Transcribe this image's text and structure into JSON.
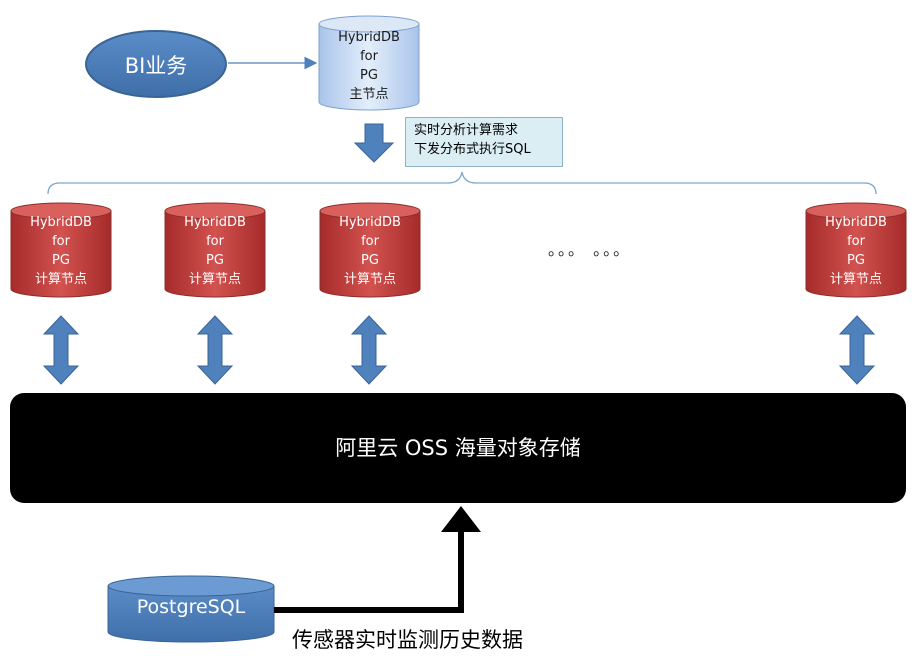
{
  "bi": {
    "label": "BI业务"
  },
  "master": {
    "lines": [
      "HybridDB",
      "for",
      "PG",
      "主节点"
    ]
  },
  "note": {
    "lines": [
      "实时分析计算需求",
      "下发分布式执行SQL"
    ]
  },
  "compute_nodes": [
    {
      "lines": [
        "HybridDB",
        "for",
        "PG",
        "计算节点"
      ]
    },
    {
      "lines": [
        "HybridDB",
        "for",
        "PG",
        "计算节点"
      ]
    },
    {
      "lines": [
        "HybridDB",
        "for",
        "PG",
        "计算节点"
      ]
    },
    {
      "lines": [
        "HybridDB",
        "for",
        "PG",
        "计算节点"
      ]
    }
  ],
  "ellipsis": "。。。 。。。",
  "storage": {
    "label": "阿里云 OSS 海量对象存储"
  },
  "postgres": {
    "label": "PostgreSQL"
  },
  "caption": "传感器实时监测历史数据",
  "colors": {
    "bi_fill": "#4f81bd",
    "master_fill": "#c6d9f1",
    "compute_fill": "#c0504d",
    "arrow_fill": "#4f81bd",
    "storage_fill": "#000000",
    "postgres_fill": "#4f81bd"
  }
}
